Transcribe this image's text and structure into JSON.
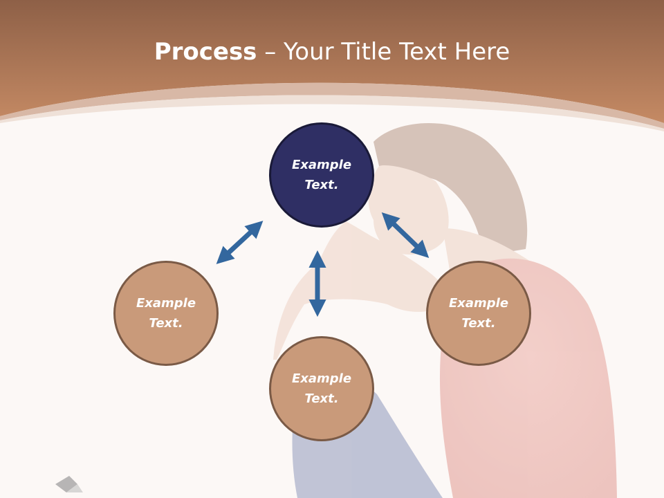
{
  "slide": {
    "title_bold": "Process",
    "title_rest": " – Your Title Text Here"
  },
  "colors": {
    "header": "#b98263",
    "primary_node": "#2f2f64",
    "secondary_node": "#c99a7a",
    "arrow": "#33679e"
  },
  "nodes": [
    {
      "id": "top",
      "label": "Example Text.",
      "style": "primary"
    },
    {
      "id": "left",
      "label": "Example Text.",
      "style": "secondary"
    },
    {
      "id": "bottom",
      "label": "Example Text.",
      "style": "secondary"
    },
    {
      "id": "right",
      "label": "Example Text.",
      "style": "secondary"
    }
  ],
  "arrows": [
    {
      "from": "left",
      "to": "top",
      "type": "double-headed"
    },
    {
      "from": "top",
      "to": "bottom",
      "type": "double-headed"
    },
    {
      "from": "top",
      "to": "right",
      "type": "double-headed"
    }
  ]
}
